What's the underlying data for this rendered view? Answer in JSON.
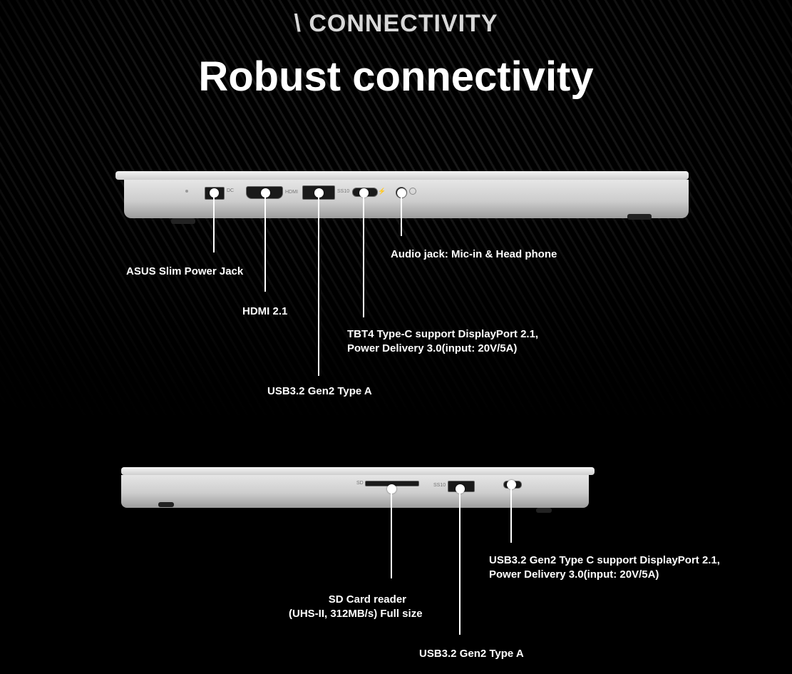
{
  "header": {
    "eyebrow": "\\ CONNECTIVITY",
    "title": "Robust connectivity"
  },
  "left_side": {
    "power_jack": "ASUS Slim Power Jack",
    "hdmi": "HDMI 2.1",
    "usb_a": "USB3.2 Gen2 Type A",
    "tbt4_line1": "TBT4 Type-C support DisplayPort 2.1,",
    "tbt4_line2": "Power Delivery 3.0(input: 20V/5A)",
    "audio": "Audio jack: Mic-in & Head phone",
    "port_marks": {
      "dc": "DC",
      "hdmi": "HDMI",
      "ss": "SS10",
      "bolt": "⚡"
    }
  },
  "right_side": {
    "sd_line1": "SD Card reader",
    "sd_line2": "(UHS-II, 312MB/s) Full size",
    "usb_a": "USB3.2 Gen2 Type A",
    "usbc_line1": "USB3.2 Gen2 Type C support DisplayPort 2.1,",
    "usbc_line2": "Power Delivery 3.0(input: 20V/5A)",
    "port_marks": {
      "sd": "SD",
      "ss": "SS10"
    }
  },
  "colors": {
    "background": "#000000",
    "laptop_silver": "#d8d8d8",
    "callout": "#ffffff"
  }
}
